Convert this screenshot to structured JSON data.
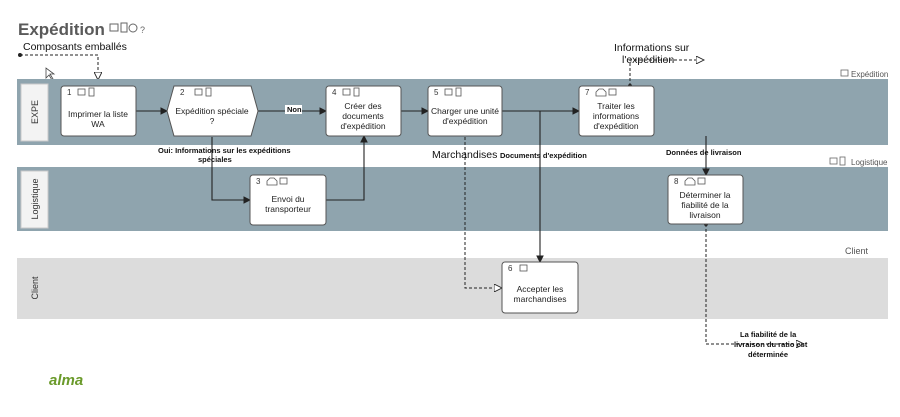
{
  "title": "Expédition",
  "notes": {
    "top_left": "Composants emballés",
    "top_right_line1": "Informations sur",
    "top_right_line2": "l'expédition",
    "bottom_right_line1": "La fiabilité de la",
    "bottom_right_line2": "livraison du ratio est",
    "bottom_right_line3": "déterminée"
  },
  "lanes": [
    {
      "id": "expe",
      "label": "EXPE",
      "tag": "Expédition"
    },
    {
      "id": "log",
      "label": "Logistique",
      "tag": "Logistique"
    },
    {
      "id": "client",
      "label": "Client",
      "tag": "Client"
    }
  ],
  "tasks": [
    {
      "id": "t1",
      "num": "1",
      "lines": [
        "Imprimer la liste",
        "WA"
      ]
    },
    {
      "id": "t2",
      "num": "2",
      "lines": [
        "Expédition spéciale",
        "?"
      ]
    },
    {
      "id": "t3",
      "num": "3",
      "lines": [
        "Envoi du",
        "transporteur"
      ]
    },
    {
      "id": "t4",
      "num": "4",
      "lines": [
        "Créer des",
        "documents",
        "d'expédition"
      ]
    },
    {
      "id": "t5",
      "num": "5",
      "lines": [
        "Charger une unité",
        "d'expédition"
      ]
    },
    {
      "id": "t6",
      "num": "6",
      "lines": [
        "Accepter les",
        "marchandises"
      ]
    },
    {
      "id": "t7",
      "num": "7",
      "lines": [
        "Traiter les",
        "informations",
        "d'expédition"
      ]
    },
    {
      "id": "t8",
      "num": "8",
      "lines": [
        "Déterminer la",
        "fiabilité de la",
        "livraison"
      ]
    }
  ],
  "edge_labels": {
    "non": "Non",
    "oui_line1": "Oui: Informations sur les expéditions",
    "oui_line2": "spéciales",
    "marchandises": "Marchandises",
    "documents": "Documents d'expédition",
    "donnees": "Données de livraison"
  },
  "logo": "alma",
  "colors": {
    "lane_expe": "#8fa4ae",
    "lane_log": "#8fa4ae",
    "lane_client": "#dcdcdc",
    "logo": "#6a9a2a"
  }
}
